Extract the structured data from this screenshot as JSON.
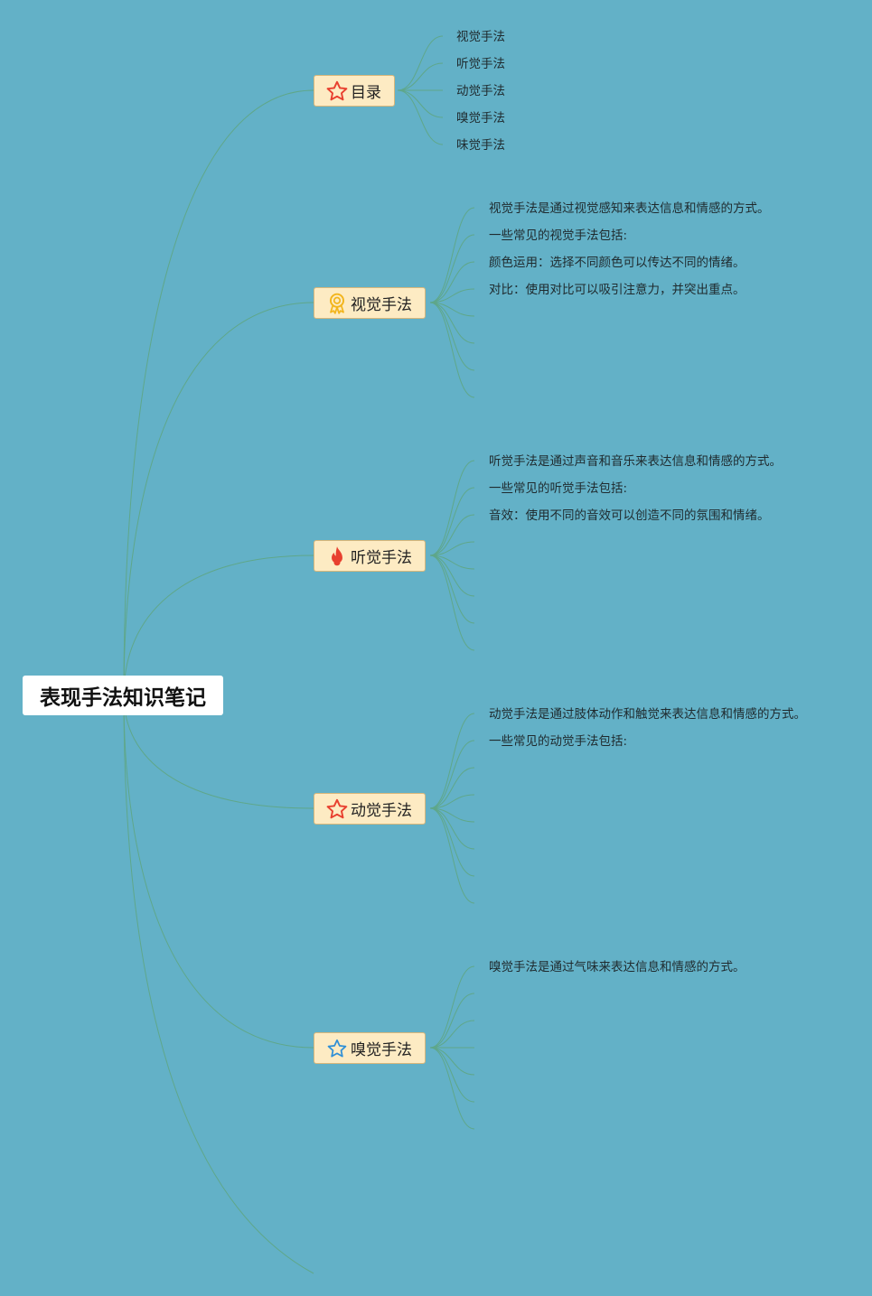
{
  "root": {
    "title": "表现手法知识笔记"
  },
  "branches": [
    {
      "label": "目录",
      "icon": "star-outline-icon",
      "icon_color": "#e8402f",
      "items": [
        "视觉手法",
        "听觉手法",
        "动觉手法",
        "嗅觉手法",
        "味觉手法"
      ]
    },
    {
      "label": "视觉手法",
      "icon": "award-ribbon-icon",
      "icon_color": "#f2b51d",
      "items": [
        "视觉手法是通过视觉感知来表达信息和情感的方式。",
        "一些常见的视觉手法包括:",
        "颜色运用：选择不同颜色可以传达不同的情绪。",
        "对比：使用对比可以吸引注意力，并突出重点。"
      ]
    },
    {
      "label": "听觉手法",
      "icon": "flame-icon",
      "icon_color": "#e8402f",
      "items": [
        "听觉手法是通过声音和音乐来表达信息和情感的方式。",
        "一些常见的听觉手法包括:",
        "音效：使用不同的音效可以创造不同的氛围和情绪。"
      ]
    },
    {
      "label": "动觉手法",
      "icon": "star-outline-icon",
      "icon_color": "#e8402f",
      "items": [
        "动觉手法是通过肢体动作和触觉来表达信息和情感的方式。",
        "一些常见的动觉手法包括:"
      ]
    },
    {
      "label": "嗅觉手法",
      "icon": "star-outline-icon",
      "icon_color": "#2f8fd6",
      "items": [
        "嗅觉手法是通过气味来表达信息和情感的方式。"
      ]
    }
  ],
  "colors": {
    "background": "#63b1c7",
    "connector": "#5fa78a",
    "branch_fill": "#fdebc3"
  }
}
